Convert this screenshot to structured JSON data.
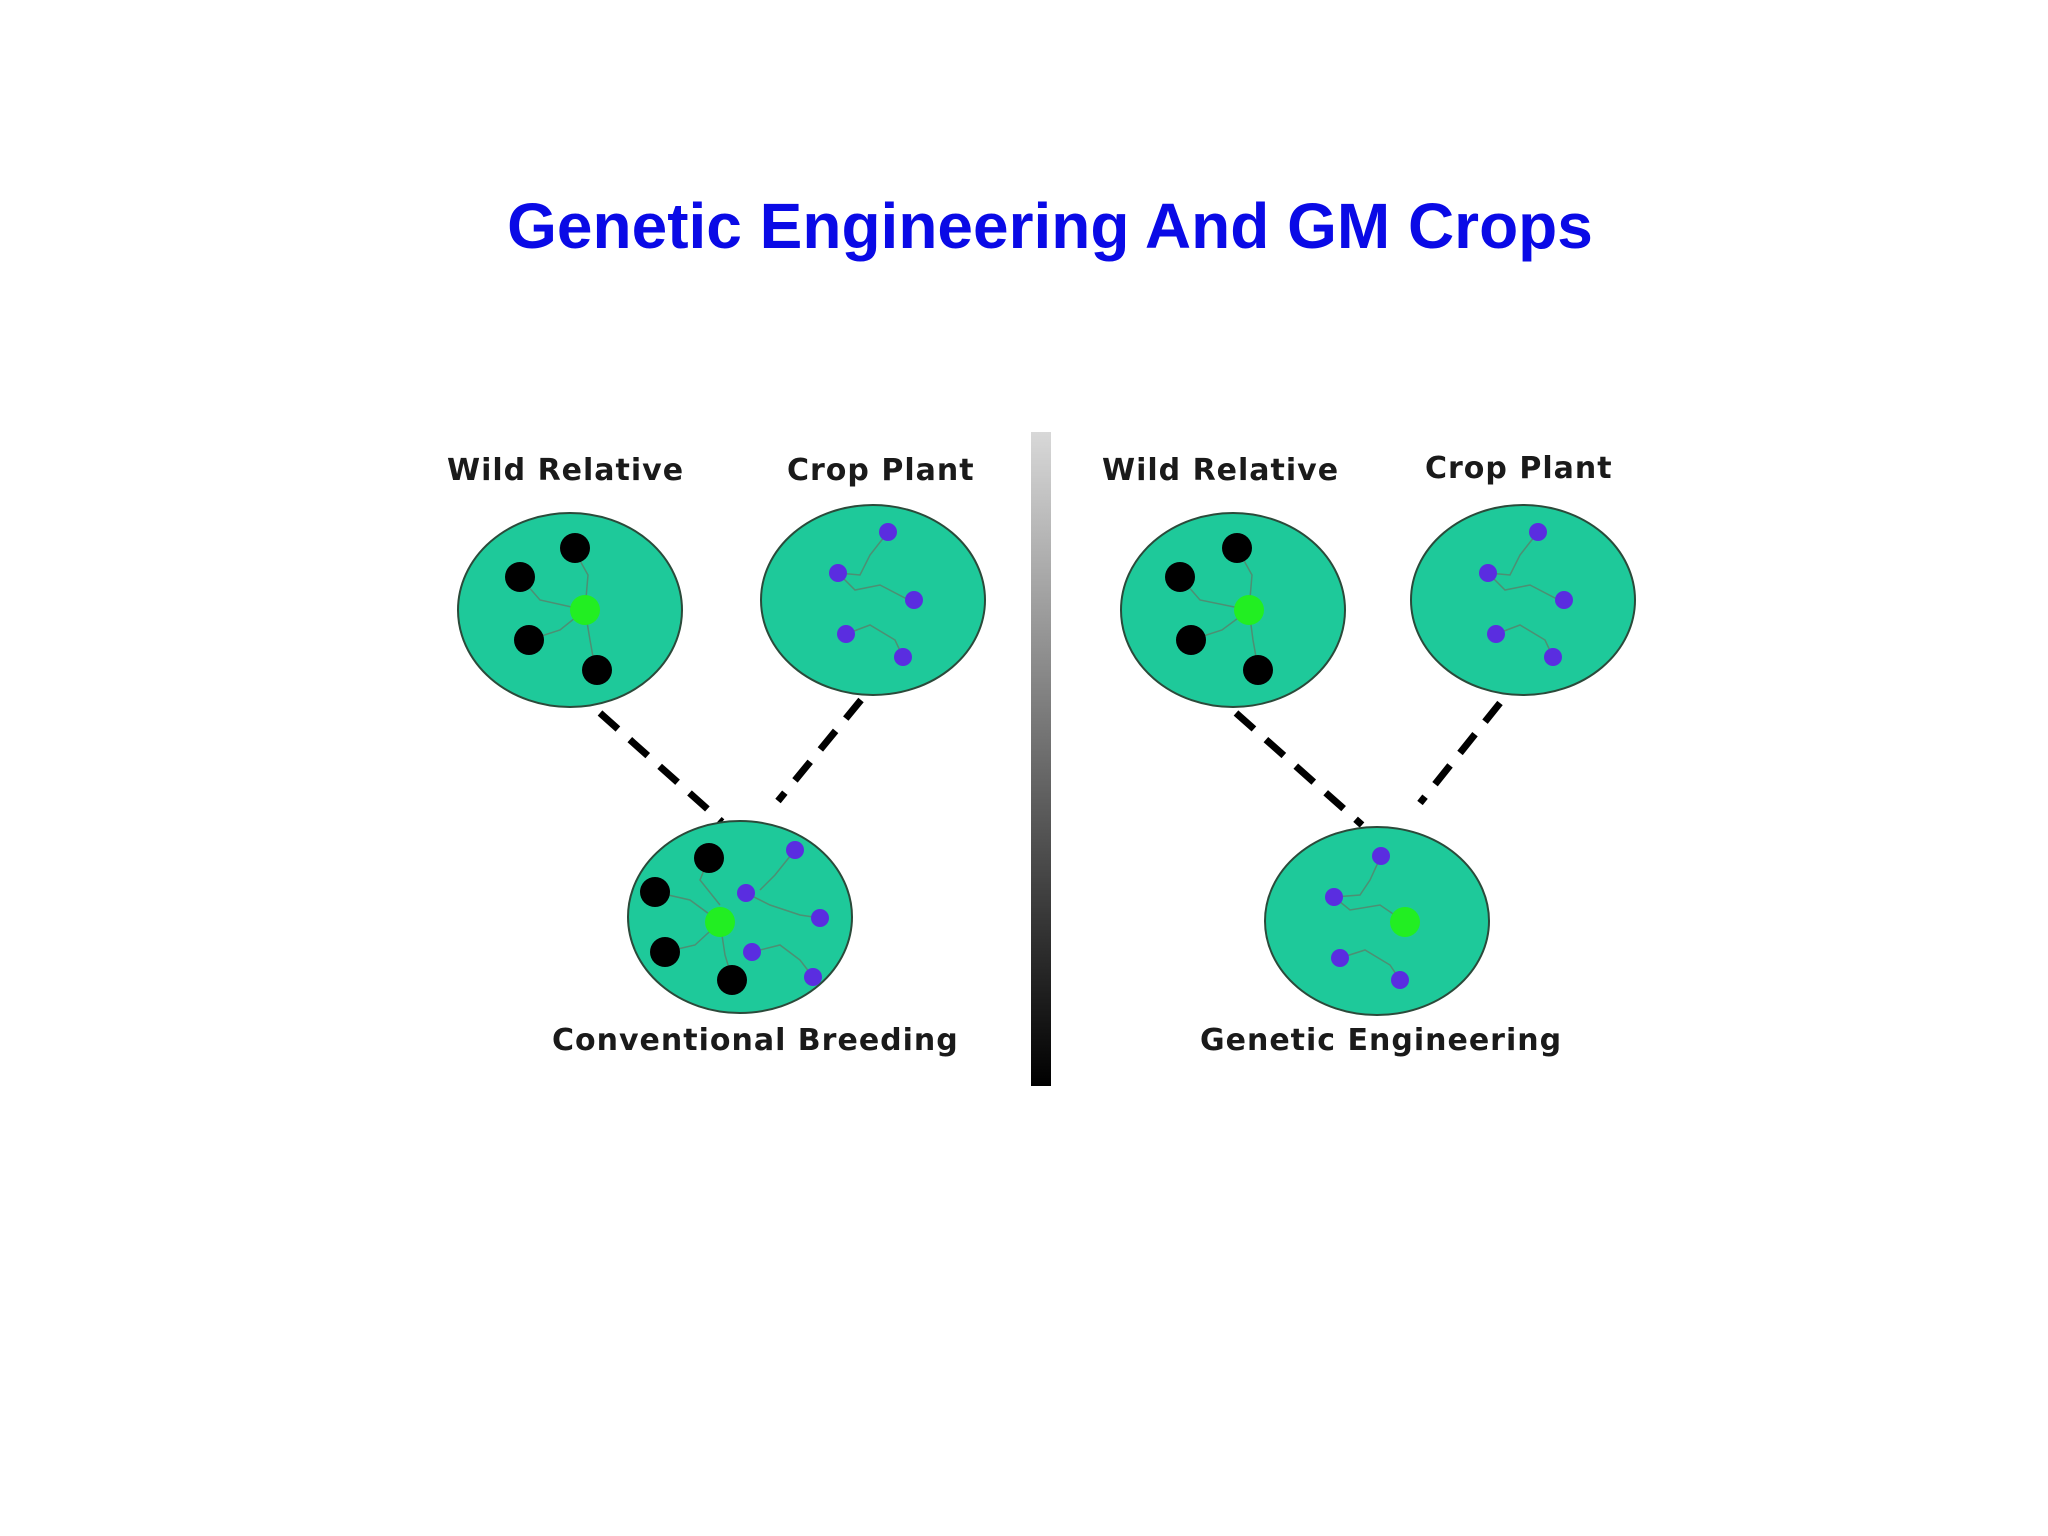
{
  "title": "Genetic Engineering And GM Crops",
  "labels": {
    "left_wild": "Wild Relative",
    "left_crop": "Crop Plant",
    "left_result": "Conventional Breeding",
    "right_wild": "Wild Relative",
    "right_crop": "Crop Plant",
    "right_result": "Genetic Engineering"
  },
  "colors": {
    "title": "#0a0ae6",
    "cell_fill": "#1ec99a",
    "cell_stroke": "#2b4a3a",
    "wild_gene": "#000000",
    "crop_gene": "#5a2de0",
    "target_gene": "#22ee22",
    "dash": "#000000"
  }
}
